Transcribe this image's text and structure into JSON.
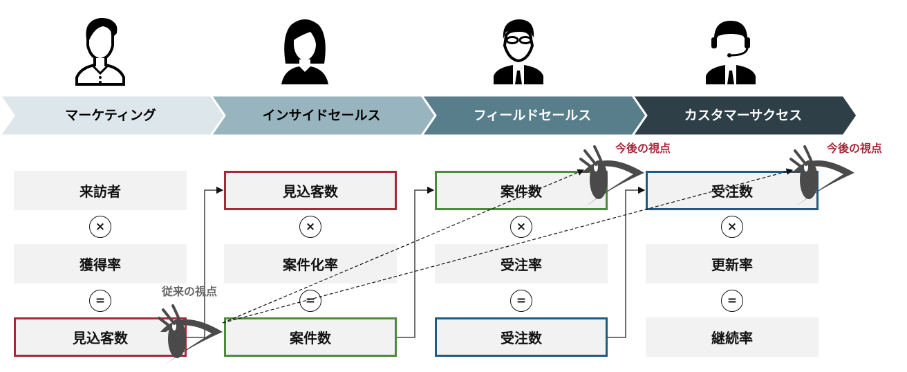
{
  "stages": [
    {
      "label": "マーケティング",
      "persona": "marketer-avatar",
      "color": "#dde6ea",
      "text_color": "#222222"
    },
    {
      "label": "インサイドセールス",
      "persona": "inside-sales-avatar",
      "color": "#98b5bf",
      "text_color": "#222222"
    },
    {
      "label": "フィールドセールス",
      "persona": "field-sales-avatar",
      "color": "#587e8c",
      "text_color": "#ffffff"
    },
    {
      "label": "カスタマーサクセス",
      "persona": "customer-success-avatar",
      "color": "#2e3f47",
      "text_color": "#ffffff"
    }
  ],
  "columns": [
    {
      "rows": [
        "来訪者",
        "獲得率",
        "見込客数"
      ],
      "ops": [
        "×",
        "="
      ]
    },
    {
      "rows": [
        "見込客数",
        "案件化率",
        "案件数"
      ],
      "ops": [
        "×",
        "="
      ]
    },
    {
      "rows": [
        "案件数",
        "受注率",
        "受注数"
      ],
      "ops": [
        "×",
        "="
      ]
    },
    {
      "rows": [
        "受注数",
        "更新率",
        "継続率"
      ],
      "ops": [
        "×",
        "="
      ]
    }
  ],
  "notes": {
    "past_view": "従来の視点",
    "future_view_1": "今後の視点",
    "future_view_2": "今後の視点"
  },
  "colors": {
    "red": "#a8283a",
    "green": "#4e8a3e",
    "blue": "#1e5a82",
    "eye": "#4a4a4a"
  }
}
